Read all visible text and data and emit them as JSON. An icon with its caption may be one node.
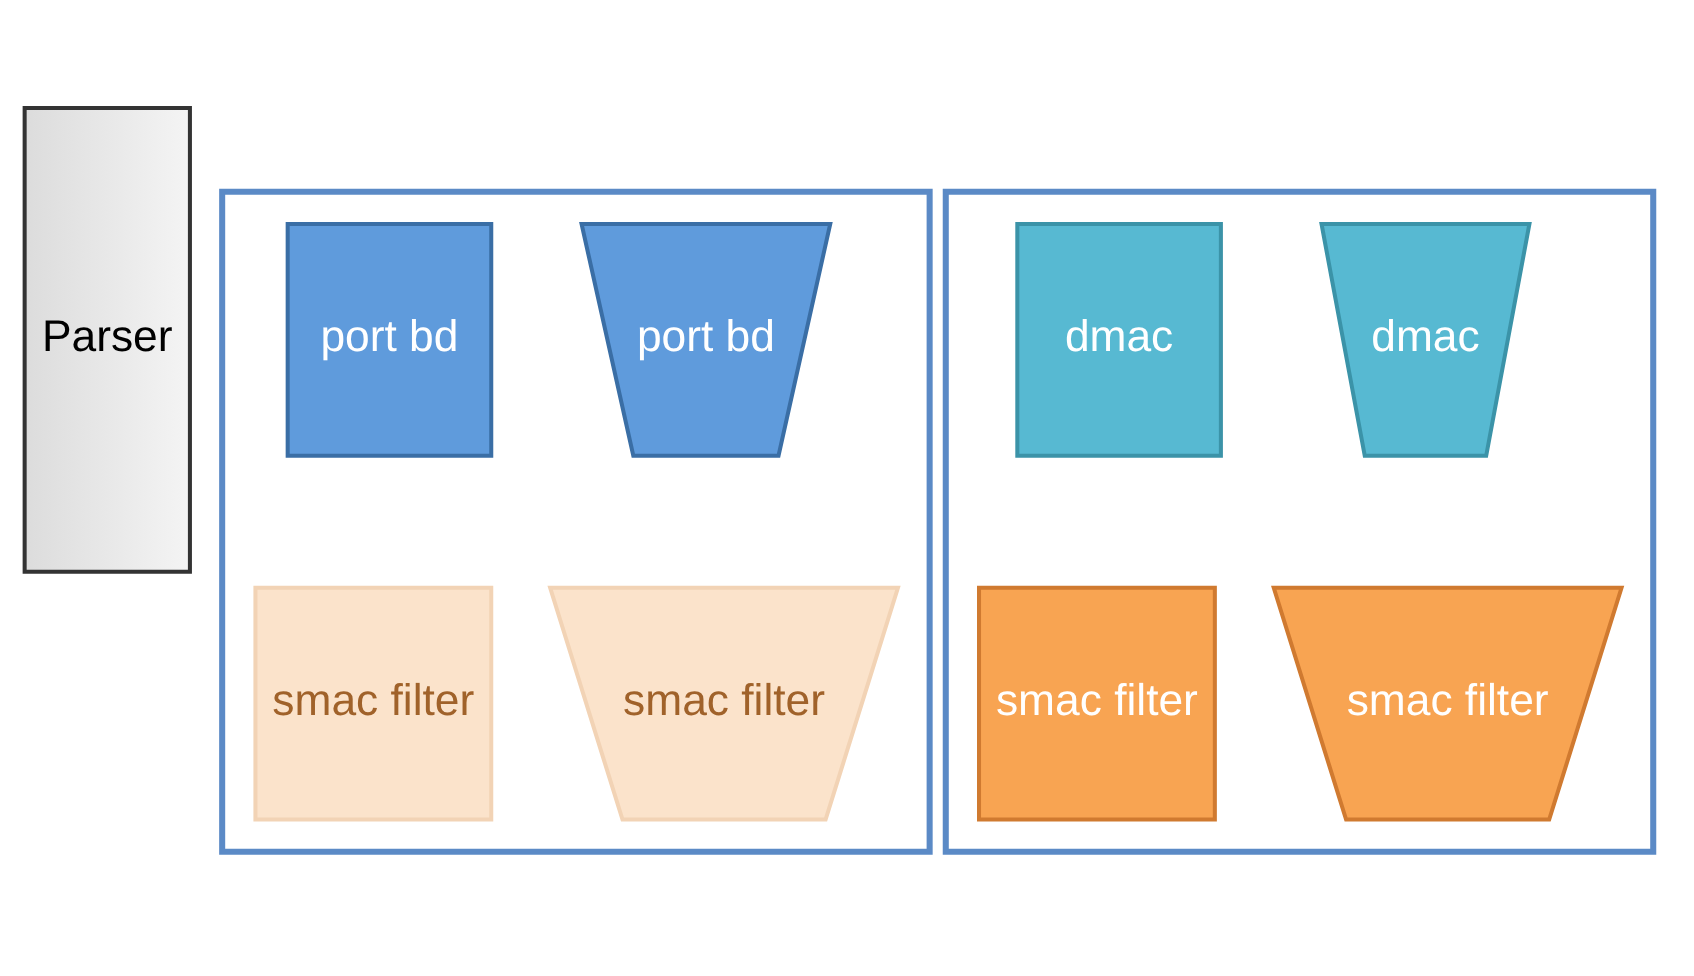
{
  "diagram": {
    "nodes": [
      {
        "text": [
          "Parser"
        ]
      },
      {
        "text": [],
        "shape": "box"
      },
      {
        "text": [
          "port bd"
        ],
        "in": 1
      },
      {
        "text": [
          "port bd"
        ],
        "in": 1
      },
      {
        "text": [
          "smac filter"
        ],
        "in": 1
      },
      {
        "text": [
          "smac filter"
        ],
        "in": 1
      },
      {
        "text": [],
        "shape": "box"
      },
      {
        "text": [
          "dmac"
        ],
        "in": 6
      },
      {
        "text": [
          "dmac"
        ],
        "in": 6
      },
      {
        "text": [
          "smac filter"
        ],
        "in": 6
      },
      {
        "text": [
          "smac filter"
        ],
        "in": 6
      }
    ],
    "edges": []
  }
}
